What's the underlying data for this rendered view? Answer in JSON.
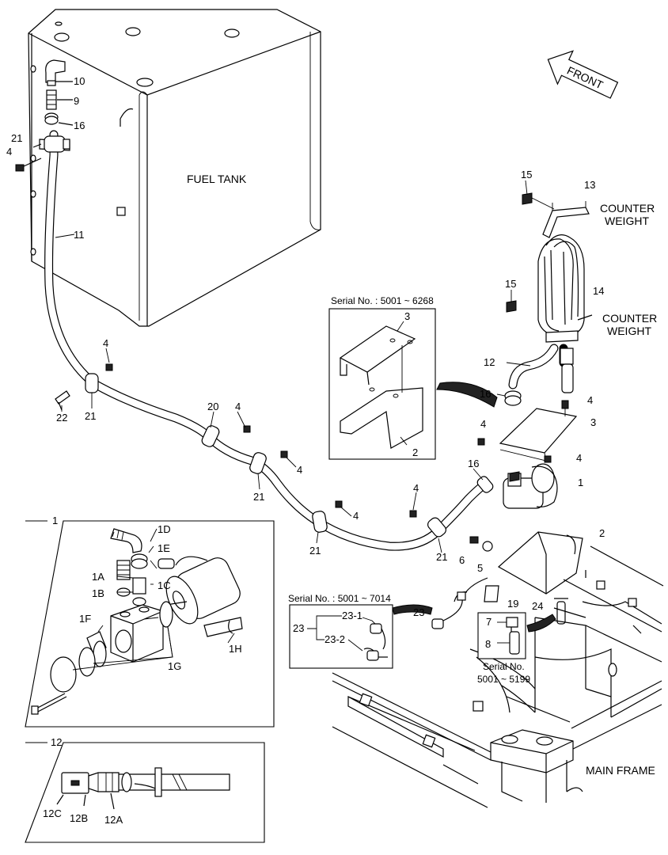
{
  "labels": {
    "fuel_tank": "FUEL TANK",
    "front": "FRONT",
    "counter_weight": "COUNTER",
    "counter_weight_2": "WEIGHT",
    "main_frame": "MAIN FRAME",
    "serial_box_1": "Serial No. : 5001 ~ 6268",
    "serial_box_2": "Serial No. : 5001 ~ 7014",
    "serial_box_3_a": "Serial No.",
    "serial_box_3_b": "5001 ~ 5199"
  },
  "callouts": {
    "c1": "1",
    "c2": "2",
    "c3": "3",
    "c4": "4",
    "c5": "5",
    "c6": "6",
    "c7": "7",
    "c8": "8",
    "c9": "9",
    "c10": "10",
    "c11": "11",
    "c12": "12",
    "c13": "13",
    "c14": "14",
    "c15": "15",
    "c16": "16",
    "c19": "19",
    "c20": "20",
    "c21": "21",
    "c22": "22",
    "c23": "23",
    "c24": "24",
    "c23_1": "23-1",
    "c23_2": "23-2",
    "c1A": "1A",
    "c1B": "1B",
    "c1C": "1C",
    "c1D": "1D",
    "c1E": "1E",
    "c1F": "1F",
    "c1G": "1G",
    "c1H": "1H",
    "c12A": "12A",
    "c12B": "12B",
    "c12C": "12C"
  }
}
